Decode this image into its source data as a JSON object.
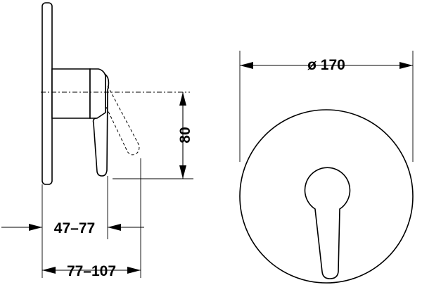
{
  "dimensions": {
    "diameter": "ø 170",
    "height": "80",
    "depth_inner": "47–77",
    "depth_outer": "77–107"
  }
}
